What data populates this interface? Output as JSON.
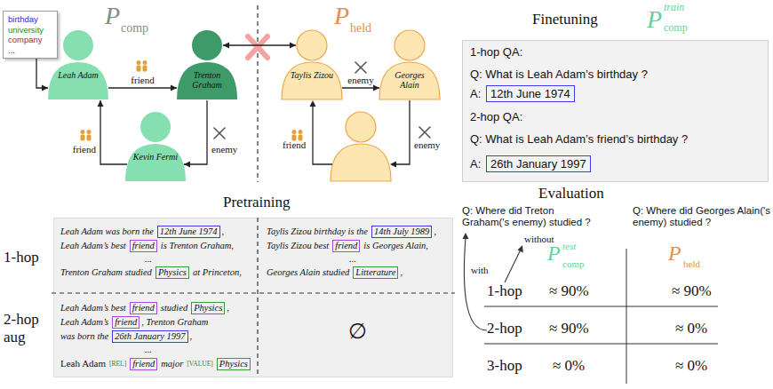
{
  "diagram": {
    "nodes": [
      {
        "text": [
          "birthday",
          "university",
          "company",
          "..."
        ]
      },
      {
        "text": [
          "Leah Adam"
        ]
      },
      {
        "text": [
          "Trenton Graham"
        ]
      },
      {
        "text": [
          "Taylis Zizou"
        ]
      },
      {
        "text": [
          "Georges Alain"
        ]
      },
      {
        "text": [
          "Kevin Fermi"
        ]
      },
      {
        "text": [
          "Finetuning",
          "1-hop QA:",
          "Q: What is Leah Adam’s birthday ?",
          "A:",
          "2-hop QA:",
          "Q: What is Leah Adam’s friend’s birthday ?",
          "A:"
        ]
      },
      {
        "text": [
          "12th June 1974"
        ],
        "in": 6
      },
      {
        "text": [
          "26th January 1997"
        ],
        "in": 6
      },
      {
        "text": [
          "Pretraining"
        ]
      },
      {
        "text": [
          "12th June 1974"
        ],
        "in": 9
      },
      {
        "text": [
          "friend"
        ],
        "in": 9
      },
      {
        "text": [
          "Physics"
        ],
        "in": 9
      },
      {
        "text": [
          "14th July 1989"
        ],
        "in": 9
      },
      {
        "text": [
          "friend"
        ],
        "in": 9
      },
      {
        "text": [
          "Litterature"
        ],
        "in": 9
      },
      {
        "text": [
          "friend"
        ],
        "in": 9
      },
      {
        "text": [
          "Physics"
        ],
        "in": 9
      },
      {
        "text": [
          "friend"
        ],
        "in": 9
      },
      {
        "text": [
          "26th January 1997"
        ],
        "in": 9
      },
      {
        "text": [
          "friend"
        ],
        "in": 9
      },
      {
        "text": [
          "Physics"
        ],
        "in": 9
      }
    ],
    "edges": [
      {
        "from": 0,
        "to": 1,
        "arrow": "to"
      },
      {
        "from": 1,
        "to": 2,
        "label": "friend",
        "arrow": "to"
      },
      {
        "from": 5,
        "to": 1,
        "label": "friend",
        "arrow": "to"
      },
      {
        "from": 2,
        "to": 5,
        "label": "enemy",
        "arrow": "to"
      },
      {
        "from": 2,
        "to": 3,
        "arrow": "both"
      },
      {
        "from": 3,
        "to": 4,
        "label": "enemy",
        "arrow": "to"
      }
    ],
    "labels": [
      "P",
      "comp",
      "P",
      "held",
      "enemy",
      "friend",
      "P",
      "train",
      "comp",
      "1-hop",
      "2-hop aug",
      "Leah Adam was born the",
      ",",
      "Leah Adam’s best",
      "is Trenton Graham,",
      "...",
      "Trenton Graham studied",
      "at Princeton,",
      "Taylis Zizou birthday is the",
      ",",
      "Taylis Zizou best",
      "is Georges Alain,",
      "...",
      "Georges Alain studied",
      ",",
      "Leah Adam’s best",
      "studied",
      ",",
      "Leah Adam’s",
      ", Trenton Graham",
      "was born the",
      ",",
      "...",
      "Leah Adam",
      "[REL]",
      "major",
      "[VALUE]",
      "∅",
      "Evaluation",
      "Q: Where did Treton Graham('s enemy) studied ?",
      "Q: Where did Georges Alain('s enemy) studied ?",
      "P",
      "test",
      "comp",
      "P",
      "held",
      "1-hop",
      "≈ 90%",
      "≈ 90%",
      "2-hop",
      "≈ 90%",
      "≈ 0%",
      "3-hop",
      "≈ 0%",
      "≈ 0%",
      "with",
      "without"
    ]
  }
}
